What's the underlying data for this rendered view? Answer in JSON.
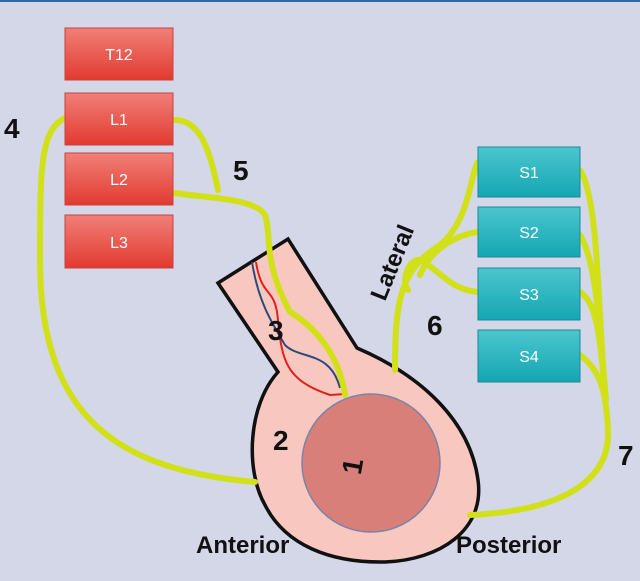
{
  "colors": {
    "background": "#d3d7e8",
    "lumbar_box": "#e8504a",
    "sacral_box": "#27b4c0",
    "nerve": "#d2e01a",
    "bladder_wall": "#f8c8c0",
    "bladder_lumen": "#d97f7a"
  },
  "lumbar_segments": [
    "T12",
    "L1",
    "L2",
    "L3"
  ],
  "sacral_segments": [
    "S1",
    "S2",
    "S3",
    "S4"
  ],
  "numbers": {
    "n1": "1",
    "n2": "2",
    "n3": "3",
    "n4": "4",
    "n5": "5",
    "n6": "6",
    "n7": "7"
  },
  "labels": {
    "lateral": "Lateral",
    "anterior": "Anterior",
    "posterior": "Posterior"
  }
}
